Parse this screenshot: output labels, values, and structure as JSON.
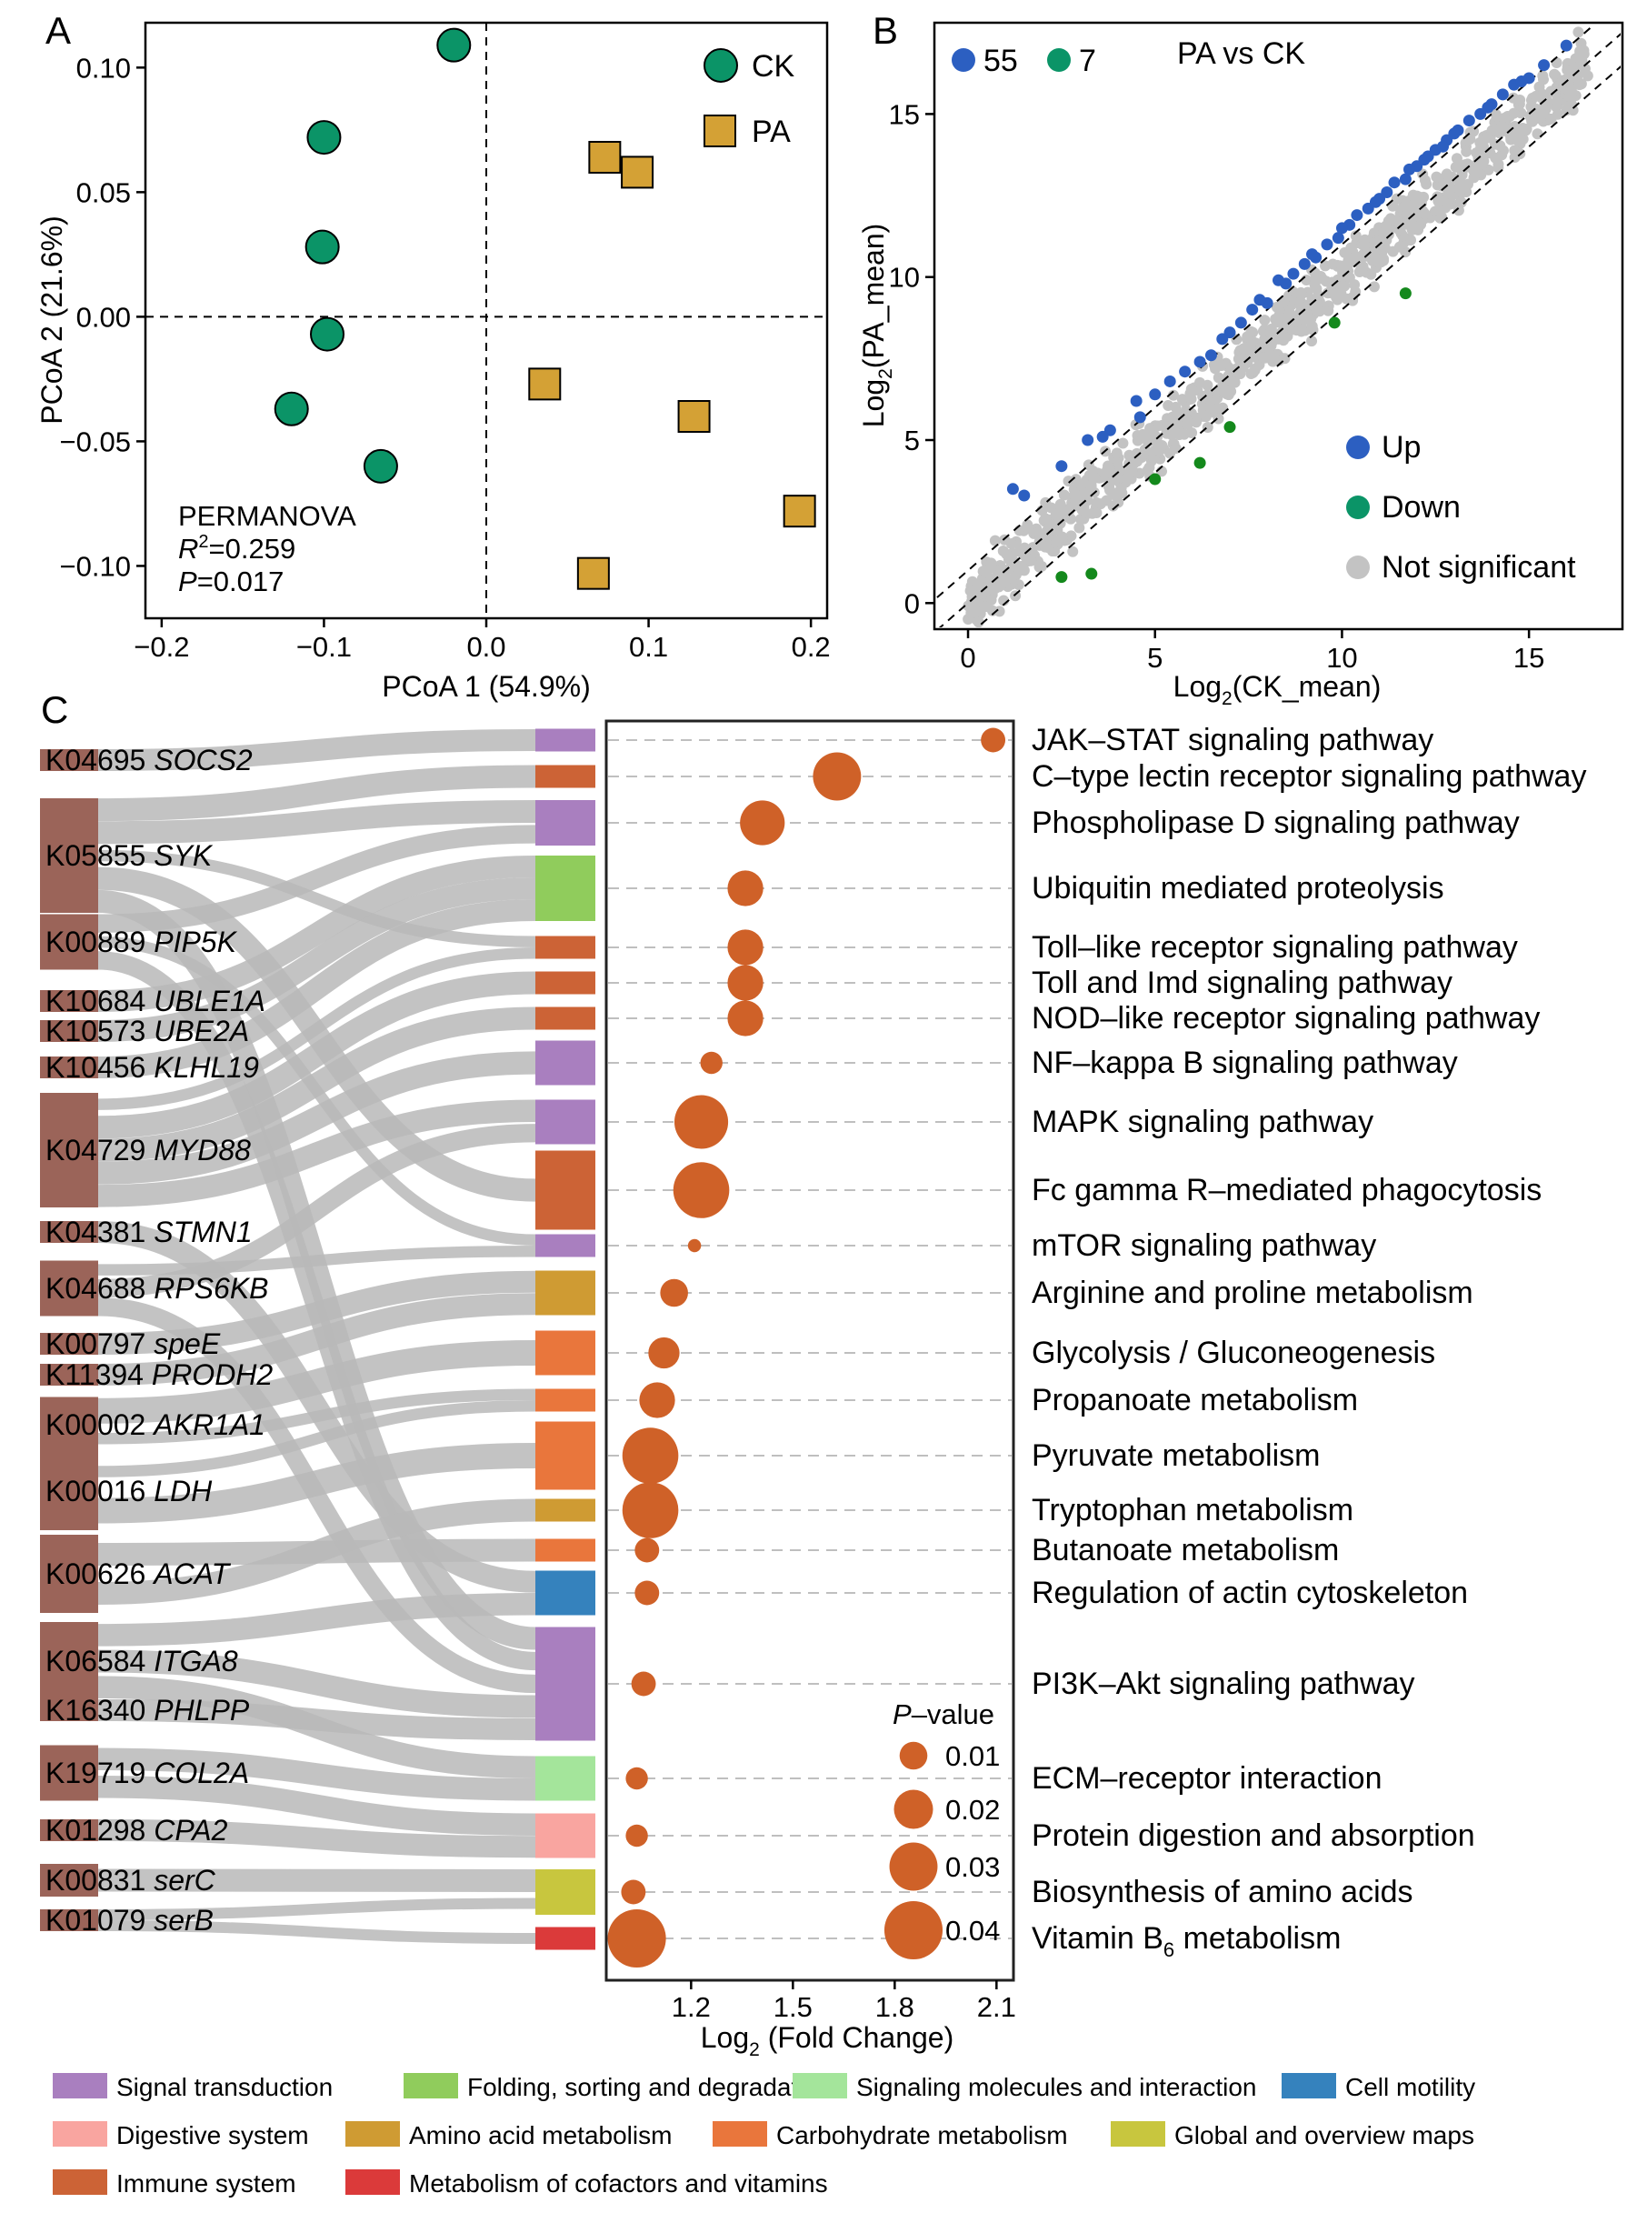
{
  "panel_labels": [
    "A",
    "B",
    "C"
  ],
  "chart_data": [
    {
      "panel": "A",
      "type": "scatter",
      "xlabel": "PCoA 1 (54.9%)",
      "ylabel": "PCoA 2 (21.6%)",
      "xlim": [
        -0.21,
        0.21
      ],
      "ylim": [
        -0.121,
        0.118
      ],
      "xticks": [
        -0.2,
        -0.1,
        0.0,
        0.1,
        0.2
      ],
      "xtick_labels": [
        "−0.2",
        "−0.1",
        "0.0",
        "0.1",
        "0.2"
      ],
      "yticks": [
        0.1,
        0.05,
        0.0,
        -0.05,
        -0.1
      ],
      "ytick_labels": [
        "0.10",
        "0.05",
        "0.00",
        "−0.05",
        "−0.10"
      ],
      "reference_lines": {
        "x": 0,
        "y": 0,
        "style": "dashed"
      },
      "legend": {
        "position": "top-right",
        "entries": [
          "CK",
          "PA"
        ]
      },
      "series": [
        {
          "name": "CK",
          "marker": "circle",
          "color": "#0b9467",
          "points": [
            [
              -0.02,
              0.109
            ],
            [
              -0.1,
              0.072
            ],
            [
              -0.101,
              0.028
            ],
            [
              -0.098,
              -0.007
            ],
            [
              -0.12,
              -0.037
            ],
            [
              -0.065,
              -0.06
            ]
          ]
        },
        {
          "name": "PA",
          "marker": "square",
          "color": "#d4a135",
          "points": [
            [
              0.073,
              0.064
            ],
            [
              0.093,
              0.058
            ],
            [
              0.036,
              -0.027
            ],
            [
              0.128,
              -0.04
            ],
            [
              0.193,
              -0.078
            ],
            [
              0.066,
              -0.103
            ]
          ]
        }
      ],
      "annotation": {
        "title": "PERMANOVA",
        "r2_prefix": "R",
        "r2_value": "=0.259",
        "p_prefix": "P",
        "p_value": "=0.017"
      }
    },
    {
      "panel": "B",
      "type": "scatter",
      "title": "PA vs CK",
      "xlabel_prefix": "Log",
      "xlabel_sub": "2",
      "xlabel_rest": "(CK_mean)",
      "ylabel_prefix": "Log",
      "ylabel_sub": "2",
      "ylabel_rest": "(PA_mean)",
      "xlim": [
        -0.9,
        17.5
      ],
      "ylim": [
        -0.8,
        17.8
      ],
      "xticks": [
        0,
        5,
        10,
        15
      ],
      "yticks": [
        0,
        5,
        10,
        15
      ],
      "counts": {
        "up": "55",
        "down": "7"
      },
      "legend": {
        "position": "bottom-right",
        "entries": [
          "Up",
          "Down",
          "Not significant"
        ]
      },
      "colors": {
        "up": "#2c5fc1",
        "down": "#14891c",
        "ns": "#c3c3c3"
      },
      "reference_lines": {
        "type": "diagonal",
        "offsets": [
          -1,
          0,
          1
        ],
        "style": "dashed"
      },
      "up_points": [
        [
          1.2,
          3.5
        ],
        [
          1.5,
          3.3
        ],
        [
          2.5,
          4.2
        ],
        [
          3.2,
          5.0
        ],
        [
          3.8,
          5.3
        ],
        [
          4.5,
          6.2
        ],
        [
          4.6,
          5.7
        ],
        [
          5.4,
          6.8
        ],
        [
          5.8,
          7.1
        ],
        [
          6.2,
          7.4
        ],
        [
          6.5,
          7.6
        ],
        [
          7.0,
          8.3
        ],
        [
          7.3,
          8.6
        ],
        [
          7.6,
          9.0
        ],
        [
          8.0,
          9.2
        ],
        [
          8.3,
          9.9
        ],
        [
          8.7,
          10.1
        ],
        [
          9.0,
          10.4
        ],
        [
          9.3,
          10.6
        ],
        [
          9.6,
          11.0
        ],
        [
          9.9,
          11.2
        ],
        [
          10.2,
          11.6
        ],
        [
          10.4,
          11.9
        ],
        [
          10.7,
          12.1
        ],
        [
          11.0,
          12.4
        ],
        [
          11.2,
          12.6
        ],
        [
          11.4,
          12.9
        ],
        [
          11.7,
          13.0
        ],
        [
          12.0,
          13.4
        ],
        [
          12.2,
          13.6
        ],
        [
          12.5,
          13.9
        ],
        [
          12.8,
          14.2
        ],
        [
          13.1,
          14.5
        ],
        [
          13.4,
          14.8
        ],
        [
          13.7,
          15.0
        ],
        [
          14.0,
          15.3
        ],
        [
          14.3,
          15.6
        ],
        [
          14.6,
          15.9
        ],
        [
          15.0,
          16.1
        ],
        [
          15.4,
          16.5
        ],
        [
          16.0,
          17.1
        ],
        [
          3.6,
          5.1
        ],
        [
          5.0,
          6.4
        ],
        [
          6.8,
          8.1
        ],
        [
          8.5,
          9.8
        ],
        [
          9.2,
          10.7
        ],
        [
          10.0,
          11.5
        ],
        [
          11.8,
          13.3
        ],
        [
          12.3,
          13.7
        ],
        [
          13.0,
          14.4
        ],
        [
          13.9,
          15.2
        ],
        [
          14.8,
          16.0
        ],
        [
          7.8,
          9.3
        ],
        [
          10.9,
          12.3
        ],
        [
          12.7,
          14.0
        ]
      ],
      "down_points": [
        [
          2.5,
          0.8
        ],
        [
          3.3,
          0.9
        ],
        [
          5.0,
          3.8
        ],
        [
          6.2,
          4.3
        ],
        [
          7.0,
          5.4
        ],
        [
          9.8,
          8.6
        ],
        [
          11.7,
          9.5
        ]
      ]
    },
    {
      "panel": "C",
      "type": "bubble",
      "xlabel_prefix": "Log",
      "xlabel_sub": "2",
      "xlabel_rest": " (Fold Change)",
      "xlim": [
        0.95,
        2.15
      ],
      "xticks": [
        1.2,
        1.5,
        1.8,
        2.1
      ],
      "xtick_labels": [
        "1.2",
        "1.5",
        "1.8",
        "2.1"
      ],
      "size_legend_title_italic": "P",
      "size_legend_title_rest": "–value",
      "size_legend": [
        "0.01",
        "0.02",
        "0.03",
        "0.04"
      ],
      "bubble_color": "#cf6128",
      "genes": [
        {
          "id": "K04695",
          "name": "SOCS2"
        },
        {
          "id": "K05855",
          "name": "SYK"
        },
        {
          "id": "K00889",
          "name": "PIP5K"
        },
        {
          "id": "K10684",
          "name": "UBLE1A"
        },
        {
          "id": "K10573",
          "name": "UBE2A"
        },
        {
          "id": "K10456",
          "name": "KLHL19"
        },
        {
          "id": "K04729",
          "name": "MYD88"
        },
        {
          "id": "K04381",
          "name": "STMN1"
        },
        {
          "id": "K04688",
          "name": "RPS6KB"
        },
        {
          "id": "K00797",
          "name": "speE"
        },
        {
          "id": "K11394",
          "name": "PRODH2"
        },
        {
          "id": "K00002",
          "name": "AKR1A1"
        },
        {
          "id": "K00016",
          "name": "LDH"
        },
        {
          "id": "K00626",
          "name": "ACAT"
        },
        {
          "id": "K06584",
          "name": "ITGA8"
        },
        {
          "id": "K16340",
          "name": "PHLPP"
        },
        {
          "id": "K19719",
          "name": "COL2A"
        },
        {
          "id": "K01298",
          "name": "CPA2"
        },
        {
          "id": "K00831",
          "name": "serC"
        },
        {
          "id": "K01079",
          "name": "serB"
        }
      ],
      "pathways": [
        {
          "name": "JAK–STAT signaling pathway",
          "fc": 2.09,
          "p": 0.012,
          "category": "Signal transduction"
        },
        {
          "name": "C–type lectin receptor signaling pathway",
          "fc": 1.63,
          "p": 0.033,
          "category": "Immune system"
        },
        {
          "name": "Phospholipase D signaling pathway",
          "fc": 1.41,
          "p": 0.03,
          "category": "Signal transduction"
        },
        {
          "name": "Ubiquitin mediated proteolysis",
          "fc": 1.36,
          "p": 0.022,
          "category": "Folding, sorting and degradation"
        },
        {
          "name": "Toll–like receptor signaling pathway",
          "fc": 1.36,
          "p": 0.022,
          "category": "Immune system"
        },
        {
          "name": "Toll and Imd signaling pathway",
          "fc": 1.36,
          "p": 0.022,
          "category": "Immune system"
        },
        {
          "name": "NOD–like receptor signaling pathway",
          "fc": 1.36,
          "p": 0.022,
          "category": "Immune system"
        },
        {
          "name": "NF–kappa B signaling pathway",
          "fc": 1.26,
          "p": 0.01,
          "category": "Signal transduction"
        },
        {
          "name": "MAPK signaling pathway",
          "fc": 1.23,
          "p": 0.038,
          "category": "Signal transduction"
        },
        {
          "name": "Fc gamma R–mediated phagocytosis",
          "fc": 1.23,
          "p": 0.04,
          "category": "Immune system"
        },
        {
          "name": "mTOR signaling pathway",
          "fc": 1.21,
          "p": 0.002,
          "category": "Signal transduction"
        },
        {
          "name": "Arginine and proline metabolism",
          "fc": 1.15,
          "p": 0.015,
          "category": "Amino acid metabolism"
        },
        {
          "name": "Glycolysis / Gluconeogenesis",
          "fc": 1.12,
          "p": 0.018,
          "category": "Carbohydrate metabolism"
        },
        {
          "name": "Propanoate metabolism",
          "fc": 1.1,
          "p": 0.022,
          "category": "Carbohydrate metabolism"
        },
        {
          "name": "Pyruvate metabolism",
          "fc": 1.08,
          "p": 0.04,
          "category": "Carbohydrate metabolism"
        },
        {
          "name": "Tryptophan metabolism",
          "fc": 1.08,
          "p": 0.04,
          "category": "Amino acid metabolism"
        },
        {
          "name": "Butanoate metabolism",
          "fc": 1.07,
          "p": 0.012,
          "category": "Carbohydrate metabolism"
        },
        {
          "name": "Regulation of actin cytoskeleton",
          "fc": 1.07,
          "p": 0.012,
          "category": "Cell motility"
        },
        {
          "name": "PI3K–Akt signaling pathway",
          "fc": 1.06,
          "p": 0.012,
          "category": "Signal transduction"
        },
        {
          "name": "ECM–receptor interaction",
          "fc": 1.04,
          "p": 0.01,
          "category": "Signaling molecules and interaction"
        },
        {
          "name": "Protein digestion and absorption",
          "fc": 1.04,
          "p": 0.01,
          "category": "Digestive system"
        },
        {
          "name": "Biosynthesis of amino acids",
          "fc": 1.03,
          "p": 0.012,
          "category": "Global and overview maps"
        },
        {
          "name": "Vitamin B6 metabolism",
          "fc": 1.04,
          "p": 0.042,
          "category": "Metabolism of cofactors and vitamins",
          "label_main": "Vitamin B",
          "label_sub": "6",
          "label_rest": " metabolism"
        }
      ],
      "links": [
        [
          0,
          0
        ],
        [
          1,
          1
        ],
        [
          1,
          2
        ],
        [
          1,
          4
        ],
        [
          1,
          9
        ],
        [
          1,
          18
        ],
        [
          2,
          2
        ],
        [
          2,
          10
        ],
        [
          2,
          18
        ],
        [
          3,
          3
        ],
        [
          4,
          3
        ],
        [
          5,
          3
        ],
        [
          6,
          4
        ],
        [
          6,
          5
        ],
        [
          6,
          6
        ],
        [
          6,
          7
        ],
        [
          6,
          8
        ],
        [
          7,
          17
        ],
        [
          8,
          10
        ],
        [
          8,
          8
        ],
        [
          8,
          18
        ],
        [
          9,
          11
        ],
        [
          10,
          11
        ],
        [
          11,
          12
        ],
        [
          11,
          13
        ],
        [
          12,
          13
        ],
        [
          12,
          14
        ],
        [
          13,
          16
        ],
        [
          13,
          15
        ],
        [
          14,
          17
        ],
        [
          14,
          18
        ],
        [
          14,
          19
        ],
        [
          15,
          18
        ],
        [
          16,
          19
        ],
        [
          16,
          20
        ],
        [
          17,
          20
        ],
        [
          18,
          21
        ],
        [
          19,
          21
        ],
        [
          19,
          22
        ]
      ],
      "category_legend": [
        {
          "name": "Signal transduction",
          "color": "#a97fbf"
        },
        {
          "name": "Folding, sorting and degradation",
          "color": "#90cc5c"
        },
        {
          "name": "Signaling molecules and interaction",
          "color": "#a4e59b"
        },
        {
          "name": "Cell motility",
          "color": "#3582bd"
        },
        {
          "name": "Digestive system",
          "color": "#f9a5a0"
        },
        {
          "name": "Amino acid metabolism",
          "color": "#cf9b33"
        },
        {
          "name": "Carbohydrate metabolism",
          "color": "#e9763c"
        },
        {
          "name": "Global and overview maps",
          "color": "#c8c63e"
        },
        {
          "name": "Immune system",
          "color": "#cc6336"
        },
        {
          "name": "Metabolism of cofactors and vitamins",
          "color": "#db3a3a"
        }
      ],
      "gene_box_color": "#9b6459",
      "link_color": "#b8b8b8"
    }
  ]
}
